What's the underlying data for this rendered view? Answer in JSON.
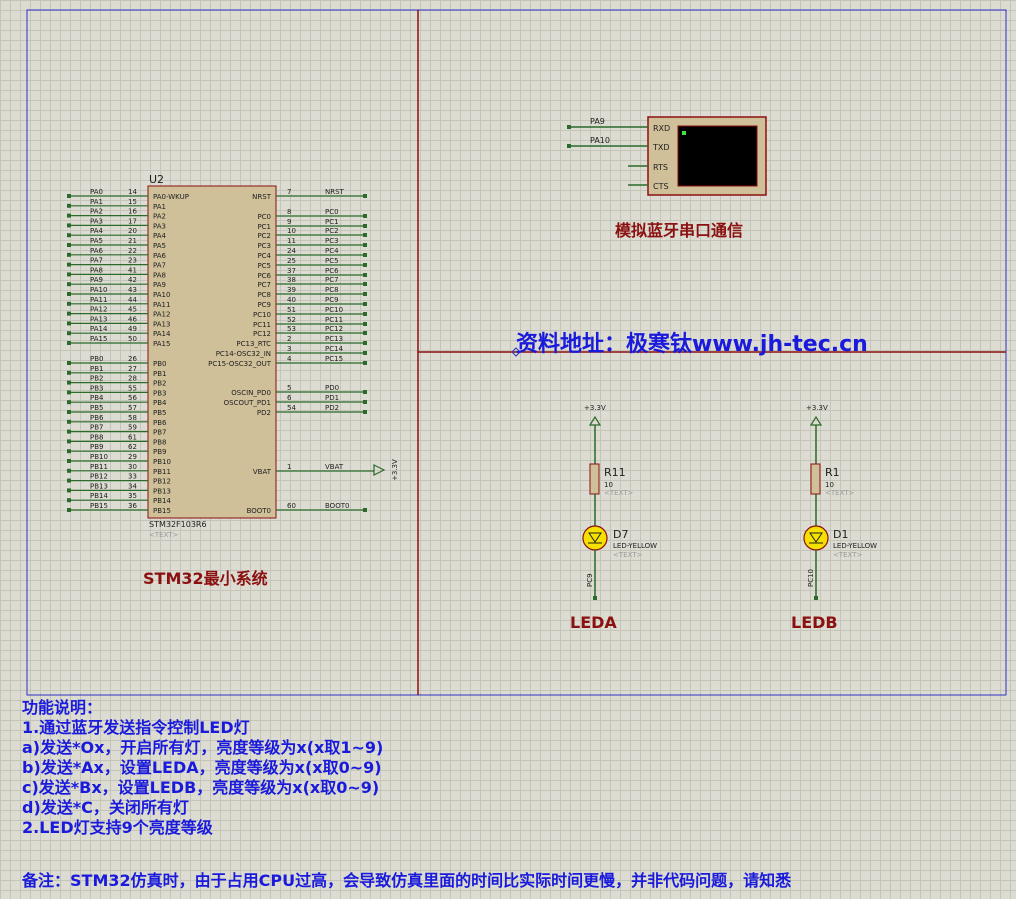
{
  "mcu": {
    "ref": "U2",
    "part": "STM32F103R6",
    "text_placeholder": "<TEXT>",
    "caption": "STM32最小系统",
    "left_pins": [
      {
        "net": "PA0",
        "num": "14",
        "name": "PA0-WKUP"
      },
      {
        "net": "PA1",
        "num": "15",
        "name": "PA1"
      },
      {
        "net": "PA2",
        "num": "16",
        "name": "PA2"
      },
      {
        "net": "PA3",
        "num": "17",
        "name": "PA3"
      },
      {
        "net": "PA4",
        "num": "20",
        "name": "PA4"
      },
      {
        "net": "PA5",
        "num": "21",
        "name": "PA5"
      },
      {
        "net": "PA6",
        "num": "22",
        "name": "PA6"
      },
      {
        "net": "PA7",
        "num": "23",
        "name": "PA7"
      },
      {
        "net": "PA8",
        "num": "41",
        "name": "PA8"
      },
      {
        "net": "PA9",
        "num": "42",
        "name": "PA9"
      },
      {
        "net": "PA10",
        "num": "43",
        "name": "PA10"
      },
      {
        "net": "PA11",
        "num": "44",
        "name": "PA11"
      },
      {
        "net": "PA12",
        "num": "45",
        "name": "PA12"
      },
      {
        "net": "PA13",
        "num": "46",
        "name": "PA13"
      },
      {
        "net": "PA14",
        "num": "49",
        "name": "PA14"
      },
      {
        "net": "PA15",
        "num": "50",
        "name": "PA15"
      },
      {
        "net": "PB0",
        "num": "26",
        "name": "PB0"
      },
      {
        "net": "PB1",
        "num": "27",
        "name": "PB1"
      },
      {
        "net": "PB2",
        "num": "28",
        "name": "PB2"
      },
      {
        "net": "PB3",
        "num": "55",
        "name": "PB3"
      },
      {
        "net": "PB4",
        "num": "56",
        "name": "PB4"
      },
      {
        "net": "PB5",
        "num": "57",
        "name": "PB5"
      },
      {
        "net": "PB6",
        "num": "58",
        "name": "PB6"
      },
      {
        "net": "PB7",
        "num": "59",
        "name": "PB7"
      },
      {
        "net": "PB8",
        "num": "61",
        "name": "PB8"
      },
      {
        "net": "PB9",
        "num": "62",
        "name": "PB9"
      },
      {
        "net": "PB10",
        "num": "29",
        "name": "PB10"
      },
      {
        "net": "PB11",
        "num": "30",
        "name": "PB11"
      },
      {
        "net": "PB12",
        "num": "33",
        "name": "PB12"
      },
      {
        "net": "PB13",
        "num": "34",
        "name": "PB13"
      },
      {
        "net": "PB14",
        "num": "35",
        "name": "PB14"
      },
      {
        "net": "PB15",
        "num": "36",
        "name": "PB15"
      }
    ],
    "right_pins": [
      {
        "name": "NRST",
        "num": "7",
        "net": "NRST"
      },
      {
        "name": "PC0",
        "num": "8",
        "net": "PC0"
      },
      {
        "name": "PC1",
        "num": "9",
        "net": "PC1"
      },
      {
        "name": "PC2",
        "num": "10",
        "net": "PC2"
      },
      {
        "name": "PC3",
        "num": "11",
        "net": "PC3"
      },
      {
        "name": "PC4",
        "num": "24",
        "net": "PC4"
      },
      {
        "name": "PC5",
        "num": "25",
        "net": "PC5"
      },
      {
        "name": "PC6",
        "num": "37",
        "net": "PC6"
      },
      {
        "name": "PC7",
        "num": "38",
        "net": "PC7"
      },
      {
        "name": "PC8",
        "num": "39",
        "net": "PC8"
      },
      {
        "name": "PC9",
        "num": "40",
        "net": "PC9"
      },
      {
        "name": "PC10",
        "num": "51",
        "net": "PC10"
      },
      {
        "name": "PC11",
        "num": "52",
        "net": "PC11"
      },
      {
        "name": "PC12",
        "num": "53",
        "net": "PC12"
      },
      {
        "name": "PC13_RTC",
        "num": "2",
        "net": "PC13"
      },
      {
        "name": "PC14-OSC32_IN",
        "num": "3",
        "net": "PC14"
      },
      {
        "name": "PC15-OSC32_OUT",
        "num": "4",
        "net": "PC15"
      },
      {
        "name": "OSCIN_PD0",
        "num": "5",
        "net": "PD0"
      },
      {
        "name": "OSCOUT_PD1",
        "num": "6",
        "net": "PD1"
      },
      {
        "name": "PD2",
        "num": "54",
        "net": "PD2"
      },
      {
        "name": "VBAT",
        "num": "1",
        "net": "VBAT"
      },
      {
        "name": "BOOT0",
        "num": "60",
        "net": "BOOT0"
      }
    ],
    "vbat_supply": "+3.3V"
  },
  "uart": {
    "caption": "模拟蓝牙串口通信",
    "pins": [
      "RXD",
      "TXD",
      "RTS",
      "CTS"
    ],
    "nets": [
      "PA9",
      "PA10"
    ]
  },
  "watermark": "资料地址：极寒钛www.jh-tec.cn",
  "led_a": {
    "supply": "+3.3V",
    "res_ref": "R11",
    "res_val": "10",
    "text": "<TEXT>",
    "led_ref": "D7",
    "led_type": "LED-YELLOW",
    "net": "PC9",
    "title": "LEDA"
  },
  "led_b": {
    "supply": "+3.3V",
    "res_ref": "R1",
    "res_val": "10",
    "text": "<TEXT>",
    "led_ref": "D1",
    "led_type": "LED-YELLOW",
    "net": "PC10",
    "title": "LEDB"
  },
  "notes": {
    "lines": [
      "功能说明：",
      "1.通过蓝牙发送指令控制LED灯",
      "a)发送*Ox，开启所有灯，亮度等级为x(x取1~9)",
      "b)发送*Ax，设置LEDA，亮度等级为x(x取0~9)",
      "c)发送*Bx，设置LEDB，亮度等级为x(x取0~9)",
      "d)发送*C，关闭所有灯",
      "2.LED灯支持9个亮度等级"
    ],
    "remark": "备注：STM32仿真时，由于占用CPU过高，会导致仿真里面的时间比实际时间更慢，并非代码问题，请知悉"
  },
  "colors": {
    "frame": "#3030c8",
    "wire": "#2a6a2a",
    "divider": "#8b1010",
    "chip_fill": "#cfc09a",
    "chip_border": "#8b1010",
    "text_dark": "#202020",
    "title_red": "#8b1010",
    "note_blue": "#1a1adc",
    "led_fill": "#f5e000",
    "screen": "#000000"
  }
}
